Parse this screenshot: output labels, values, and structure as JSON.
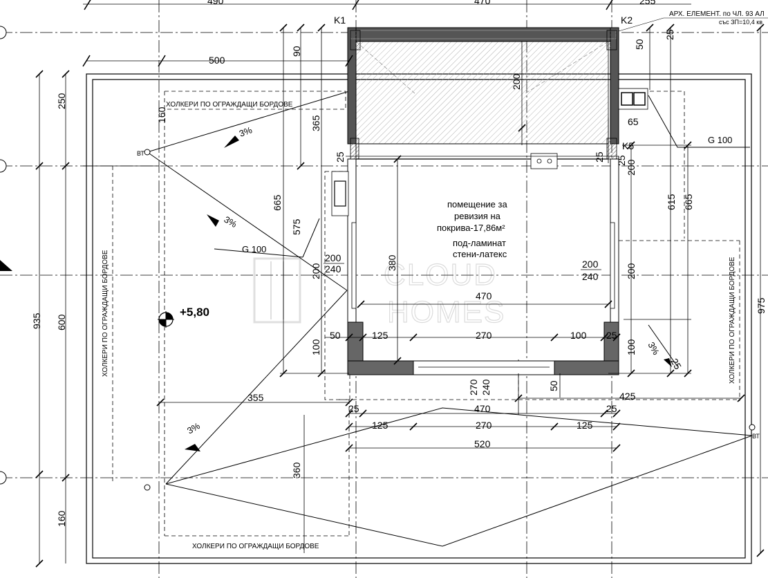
{
  "header": {
    "arch_note_line1": "АРХ. ЕЛЕМЕНТ. по ЧЛ. 93 АЛ",
    "arch_note_line2": "със ЗП=10,4 кв"
  },
  "axes": {
    "k1": "K1",
    "k2": "K2",
    "k5": "K5"
  },
  "room": {
    "name_line1": "помещение за",
    "name_line2": "ревизия на",
    "name_line3": "покрива-17,86м²",
    "floor_line": "под-ламинат",
    "walls_line": "стени-латекс"
  },
  "drainage": {
    "slope": "3%",
    "gutter_left": "G 100",
    "gutter_right": "G 100",
    "downpipe": "ВТ"
  },
  "level": {
    "elevation": "+5,80"
  },
  "notes": {
    "holkeri": "ХОЛКЕРИ ПО ОГРАЖДАЩИ БОРДОВЕ"
  },
  "watermark": {
    "line1": "CLOUD",
    "line2": "HOMES"
  },
  "dims": {
    "top_490": "490",
    "top_470": "470",
    "top_255": "255",
    "d500": "500",
    "d250": "250",
    "d160_top": "160",
    "d90": "90",
    "d365": "365",
    "d665_left": "665",
    "d575": "575",
    "d200_left_vert": "200",
    "d100_left": "100",
    "d935": "935",
    "d600": "600",
    "d160_bot": "160",
    "d360": "360",
    "d355": "355",
    "d25_a": "25",
    "d50_a": "50",
    "d25_top": "25",
    "d50_top": "50",
    "d200_inner": "200",
    "d65": "65",
    "d25_k5": "25",
    "d200_right": "200",
    "d615": "615",
    "d665_right": "665",
    "d975": "975",
    "d200_rt": "200",
    "d100_right": "100",
    "d25_slope": "25",
    "win_l_top": "200",
    "win_l_bot": "240",
    "win_r_top": "200",
    "win_r_bot": "240",
    "d380": "380",
    "inner_470": "470",
    "c50": "50",
    "c125": "125",
    "c270": "270",
    "c100": "100",
    "c25": "25",
    "v270": "270",
    "v240": "240",
    "v50": "50",
    "d425": "425",
    "b25_l": "25",
    "b470": "470",
    "b25_r": "25",
    "b125_l": "125",
    "b270": "270",
    "b125_r": "125",
    "b520": "520",
    "d25_top_k5": "25"
  }
}
